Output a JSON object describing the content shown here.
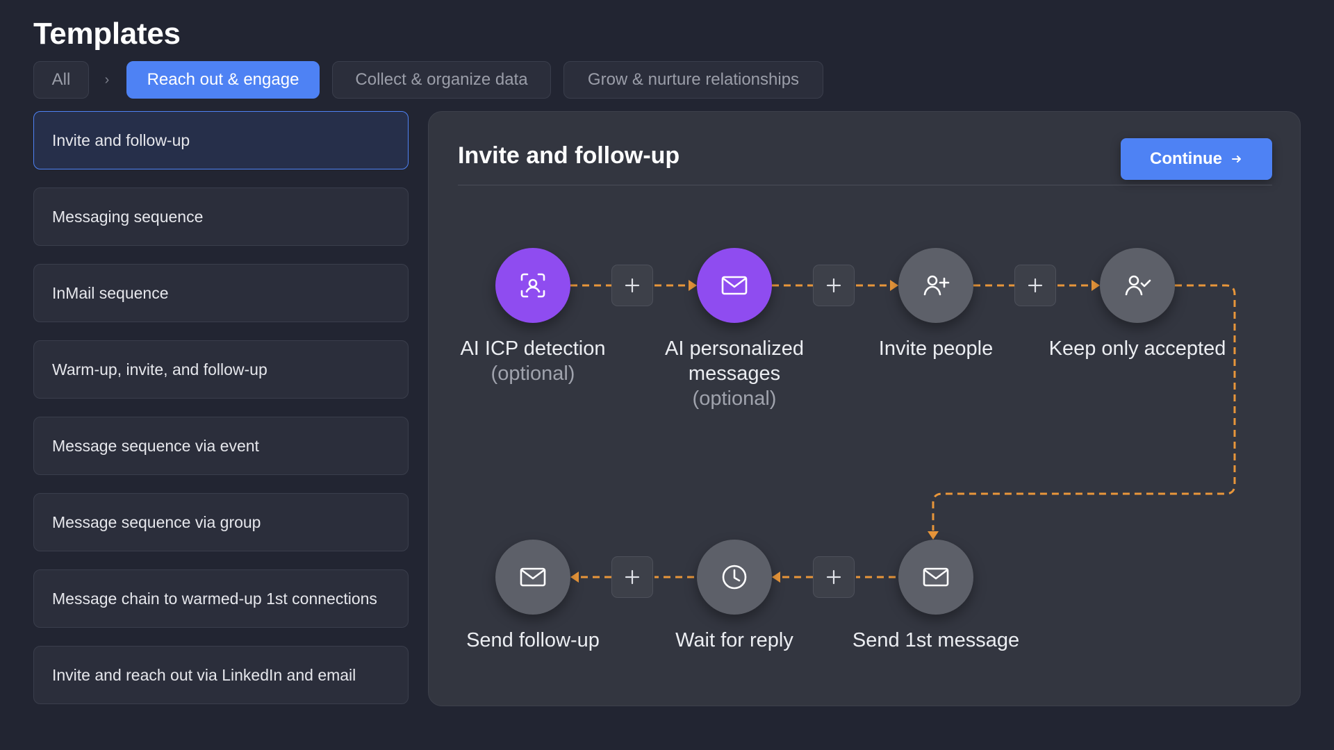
{
  "page": {
    "title": "Templates"
  },
  "tabs": {
    "all": "All",
    "separator": "›",
    "items": [
      "Reach out & engage",
      "Collect & organize data",
      "Grow & nurture relationships"
    ],
    "active": "Reach out & engage"
  },
  "sidebar": {
    "selected": "Invite and follow-up",
    "items": [
      "Invite and follow-up",
      "Messaging sequence",
      "InMail sequence",
      "Warm-up, invite, and follow-up",
      "Message sequence via event",
      "Message sequence via group",
      "Message chain to warmed-up 1st connections",
      "Invite and reach out via LinkedIn and email"
    ]
  },
  "panel": {
    "title": "Invite and follow-up",
    "continue_label": "Continue"
  },
  "flow": {
    "steps": [
      {
        "label": "AI ICP detection",
        "sublabel": "(optional)",
        "icon": "ai-scan-icon",
        "color": "purple"
      },
      {
        "label": "AI personalized messages",
        "sublabel": "(optional)",
        "icon": "mail-icon",
        "color": "purple"
      },
      {
        "label": "Invite people",
        "sublabel": "",
        "icon": "user-plus-icon",
        "color": "gray"
      },
      {
        "label": "Keep only accepted",
        "sublabel": "",
        "icon": "user-check-icon",
        "color": "gray"
      },
      {
        "label": "Send 1st message",
        "sublabel": "",
        "icon": "mail-icon",
        "color": "gray"
      },
      {
        "label": "Wait for reply",
        "sublabel": "",
        "icon": "clock-icon",
        "color": "gray"
      },
      {
        "label": "Send follow-up",
        "sublabel": "",
        "icon": "mail-icon",
        "color": "gray"
      }
    ],
    "add_step_icon": "plus-icon"
  },
  "colors": {
    "accent": "#4e82f4",
    "purple_node": "#8f4cf0",
    "gray_node": "#5d6069",
    "connector": "#e8963a",
    "background": "#222532"
  }
}
